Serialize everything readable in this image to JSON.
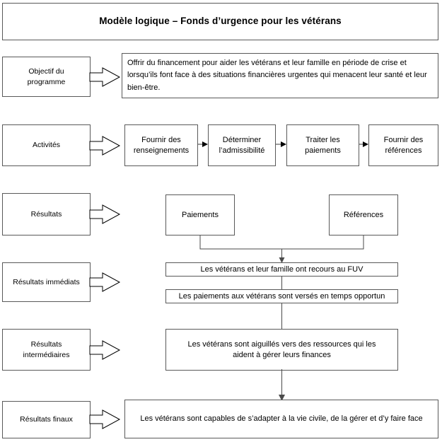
{
  "title": {
    "text": "Modèle logique – Fonds d’urgence pour les vétérans"
  },
  "stages": [
    {
      "id": "objectif",
      "label": "Objectif du\nprogramme",
      "label_line1": "Objectif du",
      "label_line2": "programme"
    },
    {
      "id": "activites",
      "label": "Activités"
    },
    {
      "id": "resultats",
      "label": "Résultats"
    },
    {
      "id": "resultats-immediats",
      "label": "Résultats immédiats"
    },
    {
      "id": "resultats-intermediaires",
      "label_line1": "Résultats",
      "label_line2": "intermédiaires"
    },
    {
      "id": "resultats-finaux",
      "label": "Résultats finaux"
    }
  ],
  "objective": {
    "text": "Offrir du financement pour aider les vétérans et leur famille en période de crise et lorsqu’ils font face à des situations financières urgentes qui menacent leur santé et leur bien-être."
  },
  "activities": [
    {
      "line1": "Fournir des",
      "line2": "renseignements"
    },
    {
      "line1": "Déterminer",
      "line2": "l’admissibilité"
    },
    {
      "line1": "Traiter les",
      "line2": "paiements"
    },
    {
      "line1": "Fournir des",
      "line2": "références"
    }
  ],
  "outputs": [
    {
      "label": "Paiements"
    },
    {
      "label": "Références"
    }
  ],
  "immediate_outcomes": [
    {
      "text": "Les vétérans et leur famille ont recours au FUV"
    },
    {
      "text": "Les paiements aux vétérans sont versés en temps opportun"
    }
  ],
  "intermediate_outcome": {
    "line1": "Les vétérans sont aiguillés vers des ressources qui les",
    "line2": "aident à gérer leurs finances"
  },
  "final_outcome": {
    "text": "Les vétérans sont capables de s’adapter à la vie civile, de la gérer et d’y faire face"
  },
  "colors": {
    "border": "#595959",
    "connector": "#4a4a4a",
    "text": "#000000",
    "background": "#ffffff"
  }
}
